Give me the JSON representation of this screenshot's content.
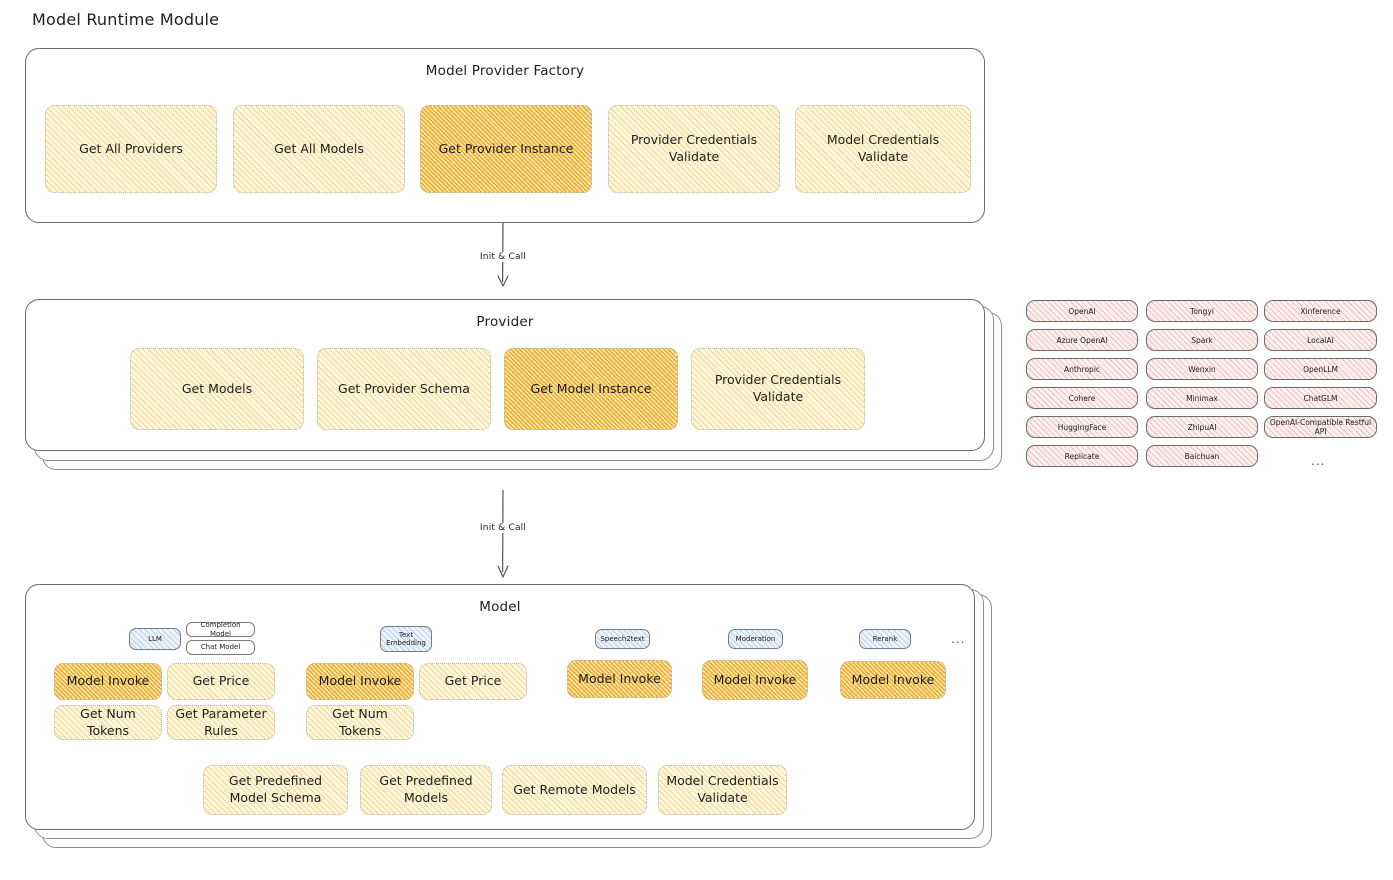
{
  "title": "Model Runtime Module",
  "colors": {
    "accent_yellow": "#fdf6e0",
    "accent_yellow_strong": "#fbe6ad",
    "accent_pink": "#fdf1f1",
    "accent_blue": "#ecf4fb",
    "stroke": "#6b6b6b",
    "text": "#1e1e1e"
  },
  "factory": {
    "title": "Model Provider Factory",
    "methods": [
      {
        "label": "Get All Providers",
        "highlighted": false
      },
      {
        "label": "Get All Models",
        "highlighted": false
      },
      {
        "label": "Get Provider Instance",
        "highlighted": true
      },
      {
        "label": "Provider Credentials Validate",
        "highlighted": false
      },
      {
        "label": "Model Credentials Validate",
        "highlighted": false
      }
    ]
  },
  "arrows": [
    {
      "label": "Init & Call"
    },
    {
      "label": "Init & Call"
    }
  ],
  "provider": {
    "title": "Provider",
    "methods": [
      {
        "label": "Get Models",
        "highlighted": false
      },
      {
        "label": "Get Provider Schema",
        "highlighted": false
      },
      {
        "label": "Get Model Instance",
        "highlighted": true
      },
      {
        "label": "Provider Credentials Validate",
        "highlighted": false
      }
    ]
  },
  "provider_list": {
    "columns": [
      {
        "items": [
          "OpenAI",
          "Azure OpenAI",
          "Anthropic",
          "Cohere",
          "HuggingFace",
          "Replicate"
        ]
      },
      {
        "items": [
          "Tongyi",
          "Spark",
          "Wenxin",
          "Minimax",
          "ZhipuAI",
          "Baichuan"
        ]
      },
      {
        "items": [
          "Xinference",
          "LocalAI",
          "OpenLLM",
          "ChatGLM",
          "OpenAI-Compatible Restful API"
        ]
      }
    ],
    "more": "..."
  },
  "model": {
    "title": "Model",
    "more": "...",
    "types": [
      {
        "tag": "LLM",
        "subtags": [
          "Completion Model",
          "Chat Model"
        ],
        "methods": [
          {
            "label": "Model Invoke",
            "highlighted": true
          },
          {
            "label": "Get Price",
            "highlighted": false
          },
          {
            "label": "Get Num Tokens",
            "highlighted": false
          },
          {
            "label": "Get Parameter Rules",
            "highlighted": false
          }
        ]
      },
      {
        "tag": "Text Embedding",
        "subtags": [],
        "methods": [
          {
            "label": "Model Invoke",
            "highlighted": true
          },
          {
            "label": "Get Price",
            "highlighted": false
          },
          {
            "label": "Get Num Tokens",
            "highlighted": false
          }
        ]
      },
      {
        "tag": "Speech2text",
        "subtags": [],
        "methods": [
          {
            "label": "Model Invoke",
            "highlighted": true
          }
        ]
      },
      {
        "tag": "Moderation",
        "subtags": [],
        "methods": [
          {
            "label": "Model Invoke",
            "highlighted": true
          }
        ]
      },
      {
        "tag": "Rerank",
        "subtags": [],
        "methods": [
          {
            "label": "Model Invoke",
            "highlighted": true
          }
        ]
      }
    ],
    "shared_methods": [
      {
        "label": "Get Predefined Model Schema"
      },
      {
        "label": "Get Predefined Models"
      },
      {
        "label": "Get Remote Models"
      },
      {
        "label": "Model Credentials Validate"
      }
    ]
  }
}
